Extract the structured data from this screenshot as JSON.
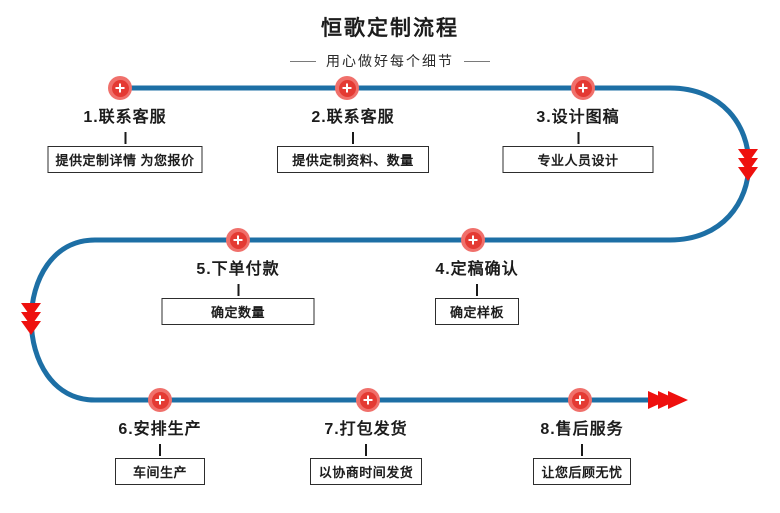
{
  "header": {
    "title": "恒歌定制流程",
    "subtitle": "用心做好每个细节"
  },
  "steps": [
    {
      "label": "1.联系客服",
      "detail": "提供定制详情 为您报价"
    },
    {
      "label": "2.联系客服",
      "detail": "提供定制资料、数量"
    },
    {
      "label": "3.设计图稿",
      "detail": "专业人员设计"
    },
    {
      "label": "4.定稿确认",
      "detail": "确定样板"
    },
    {
      "label": "5.下单付款",
      "detail": "确定数量"
    },
    {
      "label": "6.安排生产",
      "detail": "车间生产"
    },
    {
      "label": "7.打包发货",
      "detail": "以协商时间发货"
    },
    {
      "label": "8.售后服务",
      "detail": "让您后顾无忧"
    }
  ],
  "icons": {
    "node": "plus-icon",
    "curve_arrows": "triple-chevron-down",
    "end_arrow": "triple-chevron-right"
  },
  "colors": {
    "path_blue": "#1d6fa5",
    "arrow_red": "#ee100e",
    "marker_outer": "#f0706b",
    "marker_inner": "#e43a33",
    "text_dark": "#1c1c1c",
    "box_border": "#2d2d2d"
  }
}
